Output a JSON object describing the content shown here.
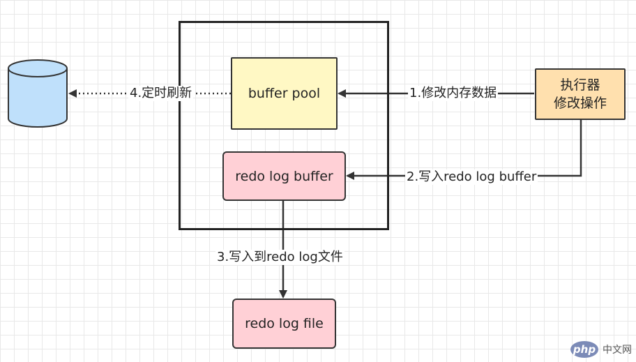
{
  "nodes": {
    "buffer_pool": "buffer pool",
    "redo_log_buffer": "redo log buffer",
    "redo_log_file": "redo log file",
    "executor_line1": "执行器",
    "executor_line2": "修改操作"
  },
  "edges": {
    "step1": "1.修改内存数据",
    "step2": "2.写入redo log buffer",
    "step3": "3.写入到redo log文件",
    "step4": "4.定时刷新"
  },
  "watermark": {
    "logo": "php",
    "text": "中文网"
  },
  "colors": {
    "database_fill": "#bfe0fb",
    "buffer_pool_fill": "#fff8c4",
    "redo_fill": "#ffd0d6",
    "executor_fill": "#ffe0ae",
    "stroke": "#333333"
  }
}
